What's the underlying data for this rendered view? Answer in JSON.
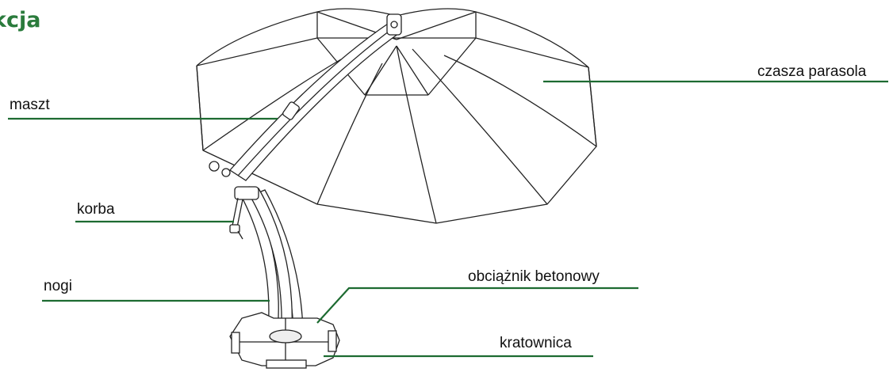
{
  "title": "kcja",
  "labels": {
    "canopy": "czasza parasola",
    "mast": "maszt",
    "crank": "korba",
    "legs": "nogi",
    "ballast": "obciążnik betonowy",
    "truss": "kratownica"
  },
  "colors": {
    "accent": "#2a7b3c",
    "lines": "#1d6b31",
    "drawing": "#222222"
  }
}
